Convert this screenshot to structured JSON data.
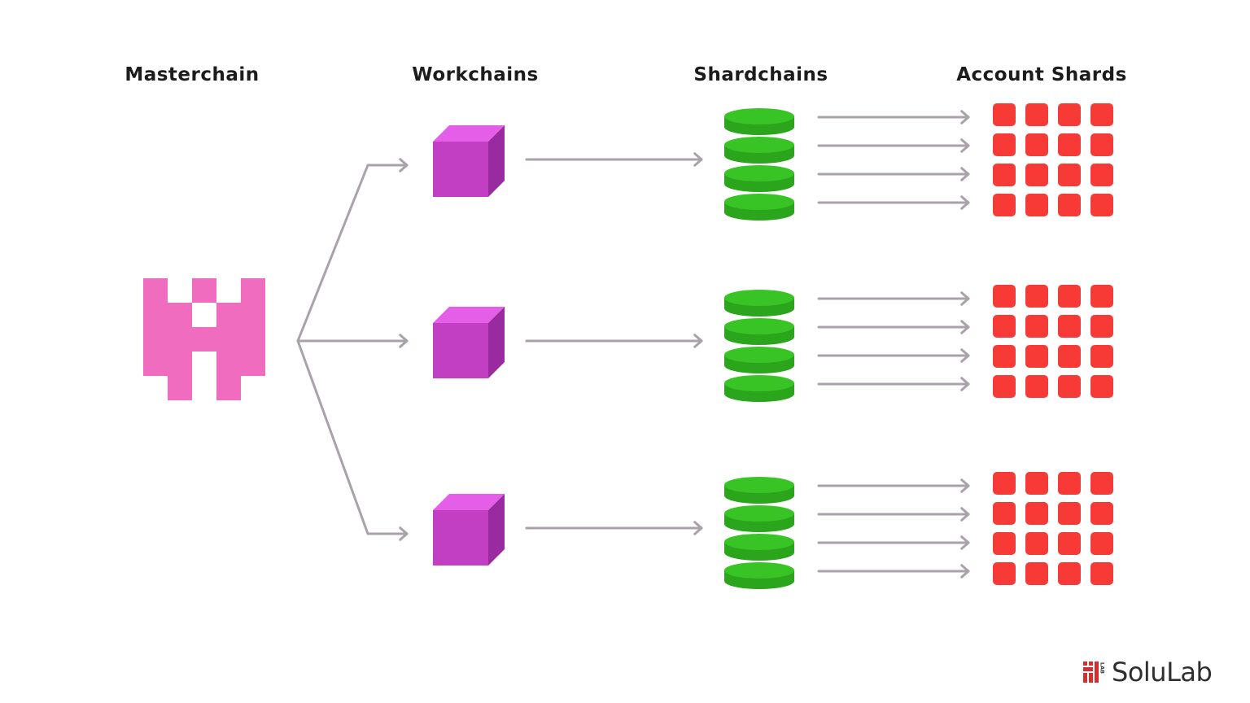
{
  "columns": {
    "masterchain": "Masterchain",
    "workchains": "Workchains",
    "shardchains": "Shardchains",
    "account_shards": "Account Shards"
  },
  "brand": {
    "name": "SoluLab",
    "logo_letters": "LAB"
  },
  "structure": {
    "workchain_count": 3,
    "shards_per_workchain": 4,
    "account_grid_rows": 4,
    "account_grid_cols": 4
  },
  "colors": {
    "masterchain": "#f06cbf",
    "workchain_front": "#c23fc4",
    "workchain_top": "#e45ee8",
    "workchain_side": "#9a2aa0",
    "shard_green": "#38c425",
    "shard_green_dark": "#2aa51c",
    "account_red": "#f83a36",
    "arrow": "#a9a2aa",
    "brand_red": "#d62e2e"
  }
}
